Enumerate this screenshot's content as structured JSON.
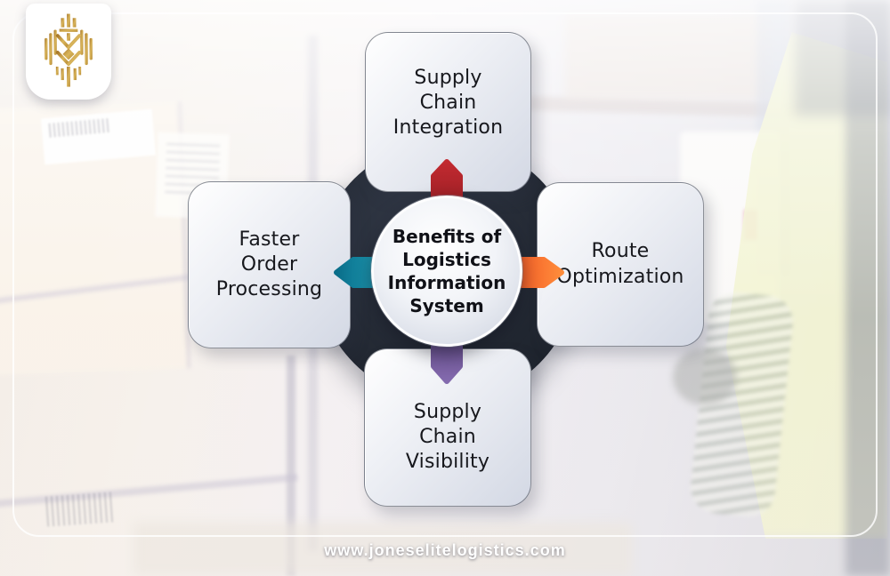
{
  "brand": {
    "logo_icon": "lion-crown-emblem",
    "gold_color": "#c59d44"
  },
  "diagram": {
    "center_title": "Benefits of\nLogistics\nInformation\nSystem",
    "dark_circle_color": "#20262f",
    "nodes": [
      {
        "id": "top",
        "label": "Supply\nChain\nIntegration",
        "arrow_color": "#b2242a",
        "arrow_direction": "up"
      },
      {
        "id": "left",
        "label": "Faster\nOrder\nProcessing",
        "arrow_color": "#1387a3",
        "arrow_direction": "left"
      },
      {
        "id": "right",
        "label": "Route\nOptimization",
        "arrow_color": "#f9662a",
        "arrow_direction": "right"
      },
      {
        "id": "bottom",
        "label": "Supply\nChain\nVisibility",
        "arrow_color": "#72578f",
        "arrow_direction": "down"
      }
    ]
  },
  "footer": {
    "website": "www.joneselitelogistics.com"
  }
}
